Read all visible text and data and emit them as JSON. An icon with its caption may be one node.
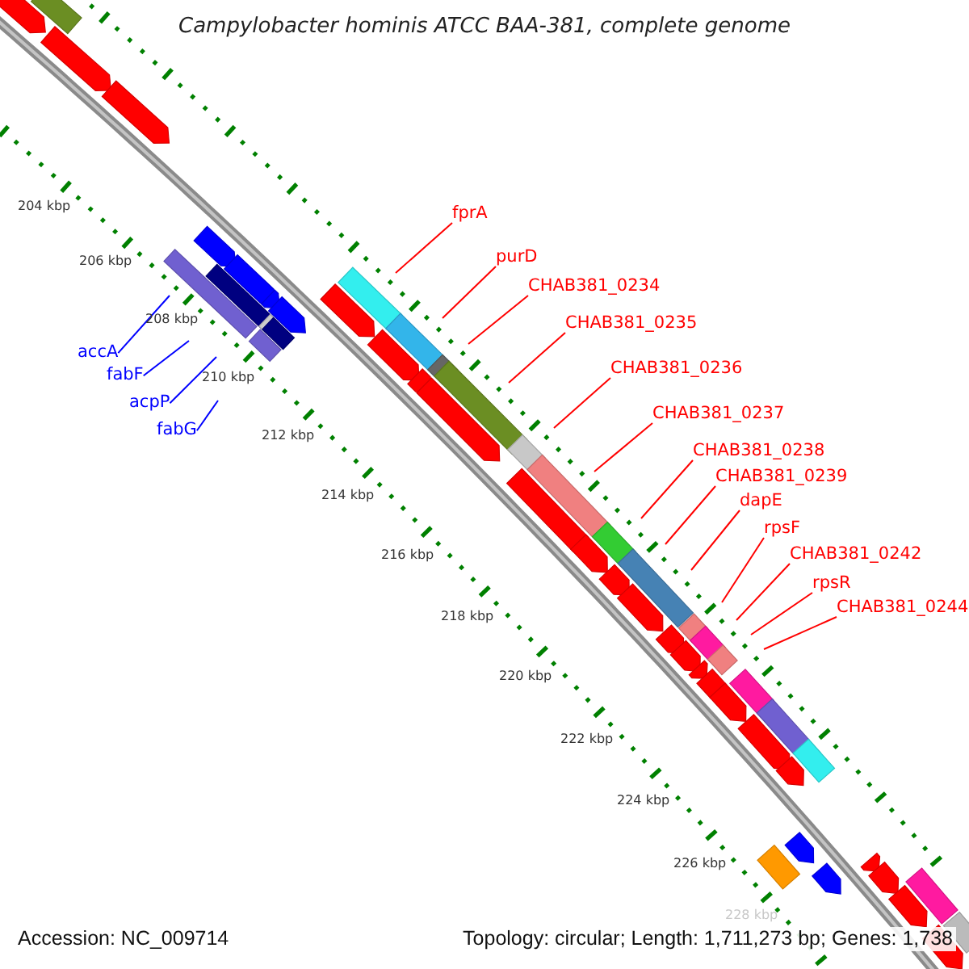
{
  "diagram": {
    "title": "Campylobacter hominis ATCC BAA-381, complete genome",
    "nodes": [
      {
        "text": [
          "fprA"
        ]
      },
      {
        "text": [
          "purD"
        ]
      },
      {
        "text": [
          "CHAB381_0234"
        ]
      },
      {
        "text": [
          "CHAB381_0235"
        ]
      },
      {
        "text": [
          "CHAB381_0236"
        ]
      },
      {
        "text": [
          "CHAB381_0237"
        ]
      },
      {
        "text": [
          "CHAB381_0238"
        ]
      },
      {
        "text": [
          "CHAB381_0239"
        ]
      },
      {
        "text": [
          "dapE"
        ]
      },
      {
        "text": [
          "rpsF"
        ]
      },
      {
        "text": [
          "CHAB381_0242"
        ]
      },
      {
        "text": [
          "rpsR"
        ]
      },
      {
        "text": [
          "CHAB381_0244"
        ]
      },
      {
        "text": [
          "accA"
        ]
      },
      {
        "text": [
          "fabF"
        ]
      },
      {
        "text": [
          "acpP"
        ]
      },
      {
        "text": [
          "fabG"
        ]
      }
    ],
    "edges": [
      {
        "from": 0,
        "to": null,
        "arrow": "none"
      },
      {
        "from": 1,
        "to": null,
        "arrow": "none"
      },
      {
        "from": 2,
        "to": null,
        "arrow": "none"
      },
      {
        "from": 3,
        "to": null,
        "arrow": "none"
      },
      {
        "from": 4,
        "to": null,
        "arrow": "none"
      },
      {
        "from": 5,
        "to": null,
        "arrow": "none"
      },
      {
        "from": 6,
        "to": null,
        "arrow": "none"
      },
      {
        "from": 7,
        "to": null,
        "arrow": "none"
      },
      {
        "from": 8,
        "to": null,
        "arrow": "none"
      },
      {
        "from": 9,
        "to": null,
        "arrow": "none"
      },
      {
        "from": 10,
        "to": null,
        "arrow": "none"
      },
      {
        "from": 11,
        "to": null,
        "arrow": "none"
      },
      {
        "from": 12,
        "to": null,
        "arrow": "none"
      },
      {
        "from": 13,
        "to": null,
        "arrow": "none",
        "color": "#0000ff"
      },
      {
        "from": 14,
        "to": null,
        "arrow": "none",
        "color": "#0000ff"
      },
      {
        "from": 15,
        "to": null,
        "arrow": "none",
        "color": "#0000ff"
      },
      {
        "from": 16,
        "to": null,
        "arrow": "none",
        "color": "#0000ff"
      }
    ],
    "labels": [
      "204 kbp",
      "206 kbp",
      "208 kbp",
      "210 kbp",
      "212 kbp",
      "214 kbp",
      "216 kbp",
      "218 kbp",
      "220 kbp",
      "222 kbp",
      "224 kbp",
      "226 kbp",
      "228 kbp",
      "Accession: NC_009714",
      "Topology: circular; Length: 1,711,273 bp; Genes: 1,738"
    ]
  }
}
